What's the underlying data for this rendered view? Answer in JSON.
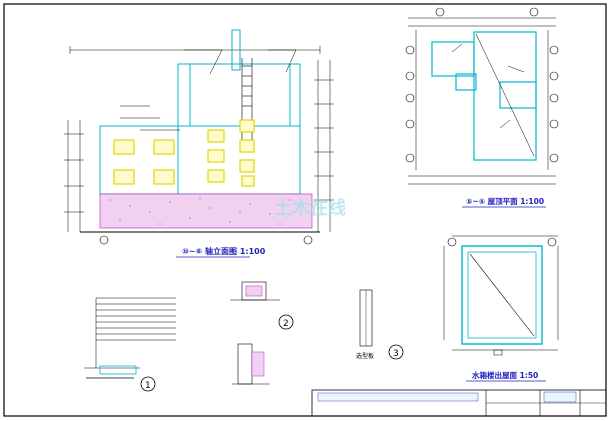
{
  "sheet": {
    "frame_color": "#000000",
    "wall_color": "#00b7cf",
    "window_color": "#e8e000",
    "callout_color": "#ff2020",
    "dim_color": "#00b050",
    "title_color": "#2020c0"
  },
  "labels": {
    "elevation_title": "⑩~⑥ 轴立面图 1:100",
    "roof_plan_title": "⑤~⑤ 屋顶平面 1:100",
    "water_tank_title": "水箱楼出屋面 1:50",
    "detail_note": "选型板",
    "detail_1": "1",
    "detail_2": "2",
    "detail_3": "3",
    "watermark": "土木在线"
  }
}
